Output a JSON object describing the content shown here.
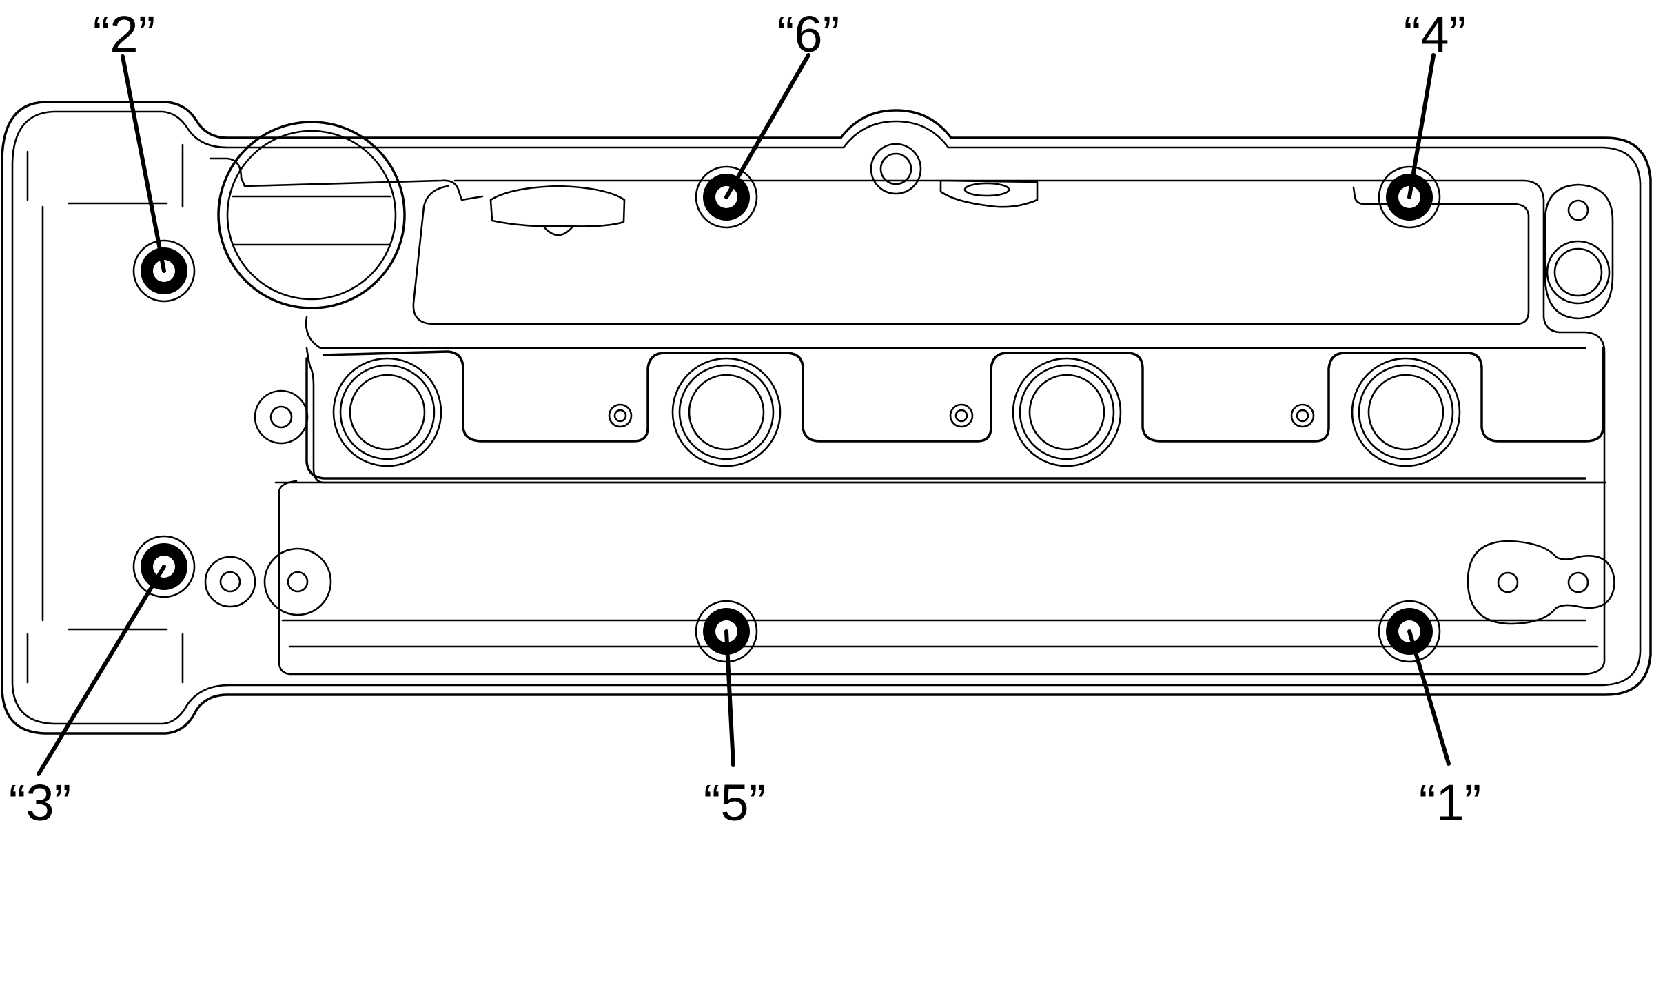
{
  "diagram": {
    "bolts": [
      {
        "id": "1",
        "label": "“1”"
      },
      {
        "id": "2",
        "label": "“2”"
      },
      {
        "id": "3",
        "label": "“3”"
      },
      {
        "id": "4",
        "label": "“4”"
      },
      {
        "id": "5",
        "label": "“5”"
      },
      {
        "id": "6",
        "label": "“6”"
      }
    ]
  }
}
